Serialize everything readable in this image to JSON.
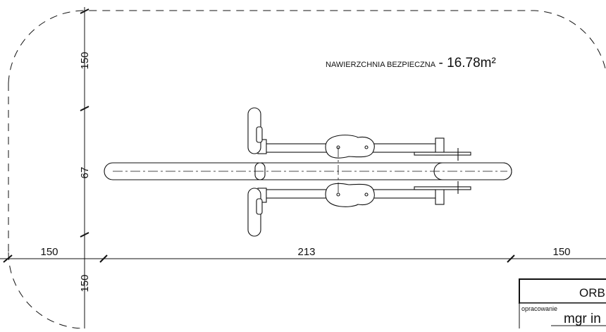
{
  "drawing": {
    "area_label": "NAWIERZCHNIA BEZPIECZNA",
    "area_separator": " - ",
    "area_value": "16.78m²",
    "dimensions": {
      "left_top": "150",
      "left_middle": "67",
      "left_bottom": "150",
      "bottom_left": "150",
      "bottom_middle": "213",
      "bottom_right": "150"
    },
    "title_block": {
      "title": "ORBIT",
      "label": "opracowanie",
      "signature": "mgr in"
    },
    "colors": {
      "line": "#111111",
      "equipment_fill": "#ffffff"
    }
  }
}
